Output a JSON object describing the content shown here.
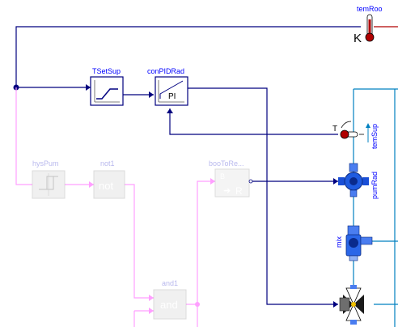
{
  "colors": {
    "signal": "#00007f",
    "boolean": "#ff7fff",
    "fluid": "#0080c0",
    "label_blue": "#0000ff",
    "faded_block": "#e6e6e6",
    "faded_label": "#b9b9ee",
    "sensor_red": "#b00000"
  },
  "blocks": {
    "temRoo": {
      "name": "temRoo",
      "unit": "K"
    },
    "TSetSup": {
      "name": "TSetSup"
    },
    "conPIDRad": {
      "name": "conPIDRad",
      "text": "PI"
    },
    "temSup": {
      "name": "temSup",
      "text": "T"
    },
    "hysPum": {
      "name": "hysPum"
    },
    "not1": {
      "name": "not1",
      "text": "not"
    },
    "booToRe": {
      "name": "booToRe...",
      "text_b": "B",
      "text_r": "R"
    },
    "pumRad": {
      "name": "pumRad"
    },
    "mix": {
      "name": "mix"
    },
    "and1": {
      "name": "and1",
      "text": "and"
    }
  }
}
